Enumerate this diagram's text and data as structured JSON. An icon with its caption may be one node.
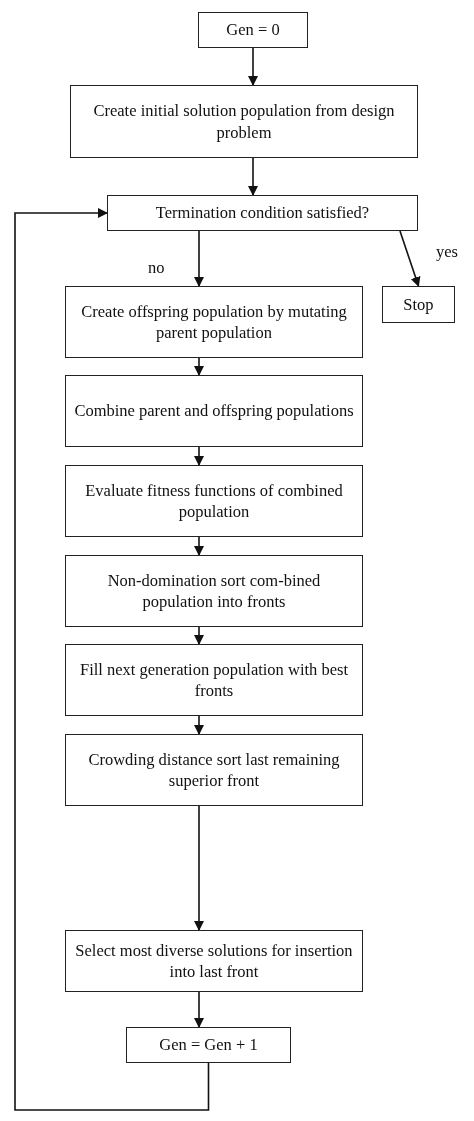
{
  "diagram": {
    "nodes": [
      {
        "text": [
          "Gen = 0"
        ]
      },
      {
        "text": [
          "Create initial solution population from design problem"
        ]
      },
      {
        "text": [
          "Termination condition satisfied?"
        ]
      },
      {
        "text": [
          "Create offspring population by mutating parent population"
        ]
      },
      {
        "text": [
          "Stop"
        ]
      },
      {
        "text": [
          "Combine parent and offspring populations"
        ]
      },
      {
        "text": [
          "Evaluate fitness functions of combined population"
        ]
      },
      {
        "text": [
          "Non-domination sort com-bined population into fronts"
        ]
      },
      {
        "text": [
          "Fill next generation population with best fronts"
        ]
      },
      {
        "text": [
          "Crowding distance sort last remaining superior front"
        ]
      },
      {
        "text": [
          "Select most diverse solutions for insertion into last front"
        ]
      },
      {
        "text": [
          "Gen = Gen + 1"
        ]
      }
    ],
    "edges": [
      {
        "from": 0,
        "to": 1,
        "arrow": "to"
      },
      {
        "from": 1,
        "to": 2,
        "arrow": "to"
      },
      {
        "from": 2,
        "to": 3,
        "arrow": "to",
        "label": "no"
      },
      {
        "from": 2,
        "to": 4,
        "arrow": "to",
        "label": "yes"
      },
      {
        "from": 3,
        "to": 5,
        "arrow": "to"
      },
      {
        "from": 5,
        "to": 6,
        "arrow": "to"
      },
      {
        "from": 6,
        "to": 7,
        "arrow": "to"
      },
      {
        "from": 7,
        "to": 8,
        "arrow": "to"
      },
      {
        "from": 8,
        "to": 9,
        "arrow": "to"
      },
      {
        "from": 9,
        "to": 10,
        "arrow": "to"
      },
      {
        "from": 10,
        "to": 11,
        "arrow": "to"
      },
      {
        "from": 11,
        "to": 2,
        "arrow": "to"
      }
    ]
  }
}
